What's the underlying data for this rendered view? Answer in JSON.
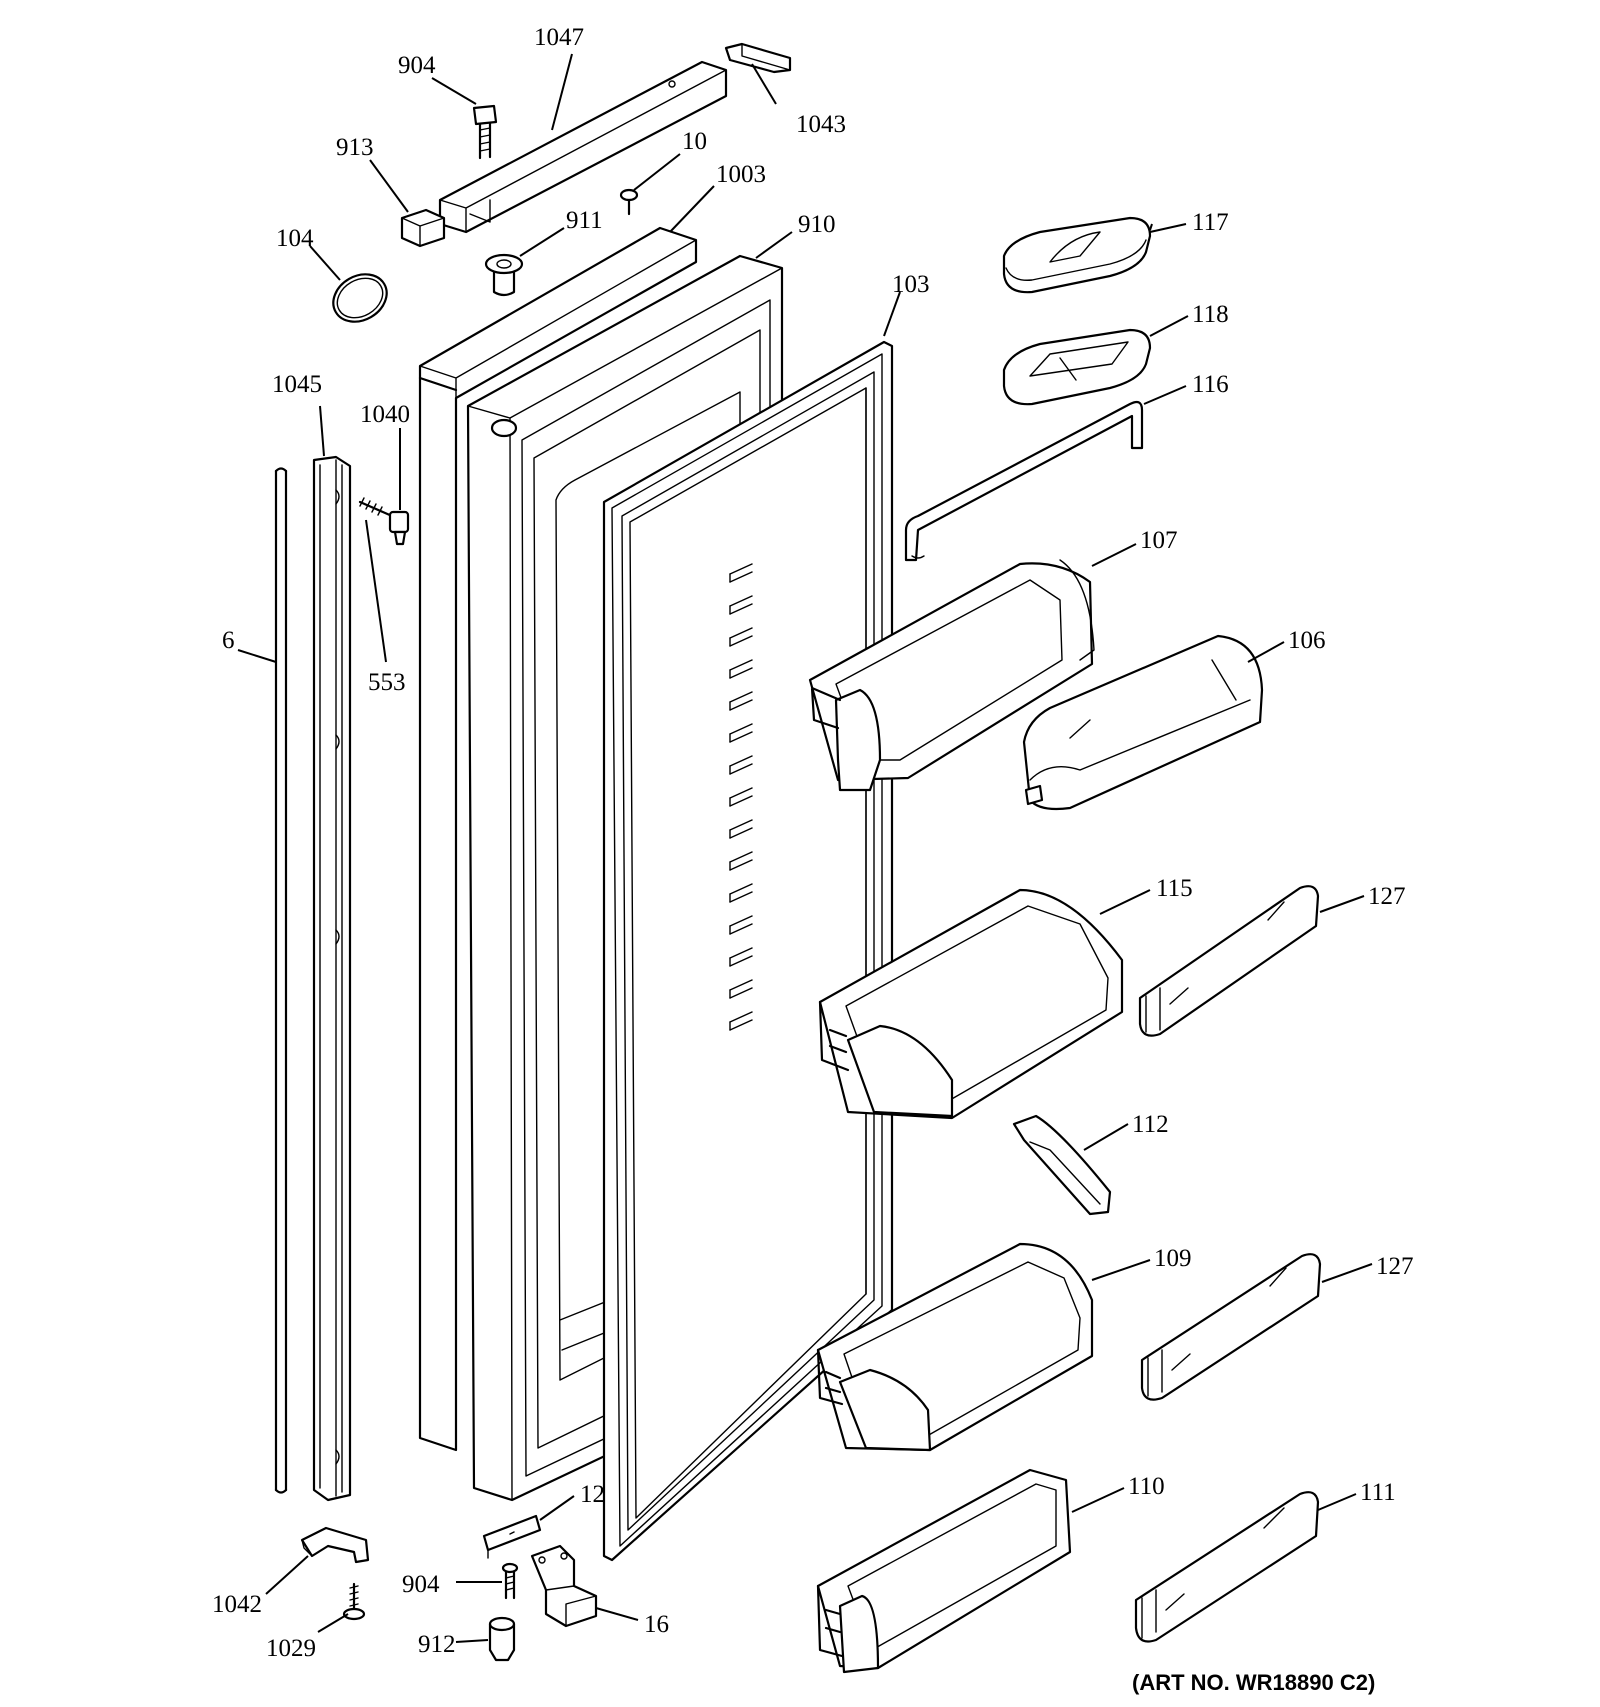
{
  "labels": {
    "p904_top": "904",
    "p1047": "1047",
    "p1043": "1043",
    "p913": "913",
    "p10": "10",
    "p1003": "1003",
    "p104": "104",
    "p911": "911",
    "p910": "910",
    "p103": "103",
    "p117": "117",
    "p118": "118",
    "p116": "116",
    "p1045": "1045",
    "p1040": "1040",
    "p107": "107",
    "p6": "6",
    "p553": "553",
    "p106": "106",
    "p115": "115",
    "p127_top": "127",
    "p112": "112",
    "p109": "109",
    "p127_bottom": "127",
    "p110": "110",
    "p111": "111",
    "p12": "12",
    "p1042": "1042",
    "p904_bottom": "904",
    "p16": "16",
    "p1029": "1029",
    "p912": "912"
  },
  "art_number": "(ART NO. WR18890 C2)"
}
